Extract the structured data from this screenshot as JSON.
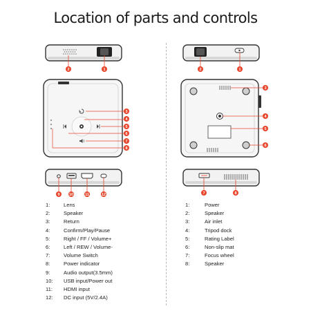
{
  "title": "Location of parts and controls",
  "left_legend": [
    {
      "num": "1:",
      "label": "Lens"
    },
    {
      "num": "2:",
      "label": "Speaker"
    },
    {
      "num": "3:",
      "label": "Return"
    },
    {
      "num": "4:",
      "label": "Confirm/Play/Pause"
    },
    {
      "num": "5:",
      "label": "Right / FF / Volume+"
    },
    {
      "num": "6:",
      "label": "Left / REW / Volume-"
    },
    {
      "num": "7:",
      "label": "Volume Switch"
    },
    {
      "num": "8:",
      "label": "Power indicator"
    },
    {
      "num": "9:",
      "label": "Audio output(3.5mm)"
    },
    {
      "num": "10:",
      "label": "USB input/Power out"
    },
    {
      "num": "11:",
      "label": "HDMI input"
    },
    {
      "num": "12:",
      "label": "DC input (5V/2.4A)"
    }
  ],
  "right_legend": [
    {
      "num": "1:",
      "label": "Power"
    },
    {
      "num": "2:",
      "label": "Speaker"
    },
    {
      "num": "3:",
      "label": "Air inlet"
    },
    {
      "num": "4:",
      "label": "Tripod dock"
    },
    {
      "num": "5:",
      "label": "Rating Label"
    },
    {
      "num": "6:",
      "label": "Non-slip mat"
    },
    {
      "num": "7:",
      "label": "Focus wheel"
    },
    {
      "num": "8:",
      "label": "Speaker"
    }
  ],
  "callouts": {
    "left_front": [
      "2",
      "1"
    ],
    "left_top": [
      "3",
      "4",
      "5",
      "6",
      "7",
      "8"
    ],
    "left_back": [
      "9",
      "10",
      "11",
      "12"
    ],
    "right_front": [
      "2",
      "1"
    ],
    "right_bottom": [
      "3",
      "4",
      "5",
      "6"
    ],
    "right_side": [
      "7",
      "8"
    ]
  },
  "colors": {
    "callout": "#e8442a",
    "device_outline": "#333333",
    "device_fill": "#f4f4f4"
  }
}
